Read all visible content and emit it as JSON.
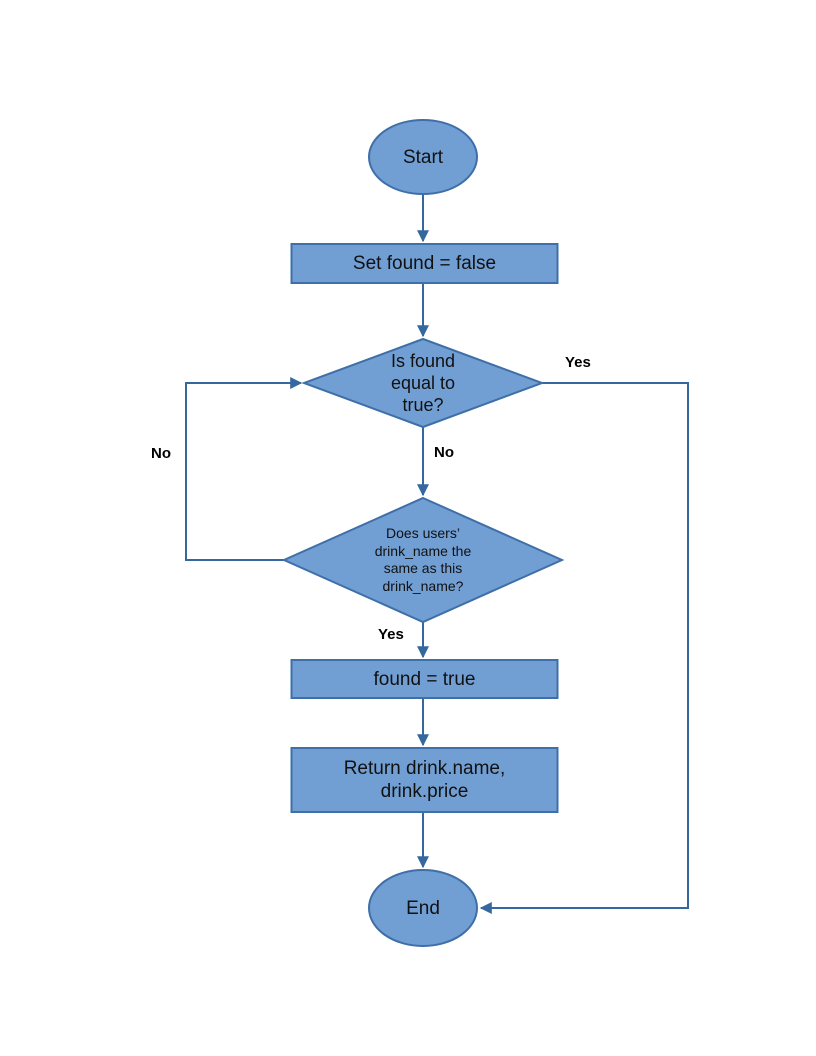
{
  "diagram": {
    "type": "flowchart",
    "nodes": {
      "start": {
        "shape": "terminator",
        "label": "Start"
      },
      "set_found_false": {
        "shape": "process",
        "label": "Set found = false"
      },
      "is_found_true": {
        "shape": "decision",
        "label": "Is found\nequal to\ntrue?"
      },
      "drink_name_match": {
        "shape": "decision",
        "label": "Does users’\ndrink_name the\nsame as this\ndrink_name?"
      },
      "found_true": {
        "shape": "process",
        "label": "found = true"
      },
      "return_drink": {
        "shape": "process",
        "label": "Return drink.name,\ndrink.price"
      },
      "end": {
        "shape": "terminator",
        "label": "End"
      }
    },
    "edge_labels": {
      "first_decision_yes": "Yes",
      "first_decision_no": "No",
      "second_decision_no": "No",
      "second_decision_yes": "Yes"
    },
    "colors": {
      "shape_fill": "#719fd4",
      "shape_stroke": "#3e6fa8",
      "connector": "#35689f",
      "text": "#111111",
      "label_text": "#000000"
    }
  }
}
